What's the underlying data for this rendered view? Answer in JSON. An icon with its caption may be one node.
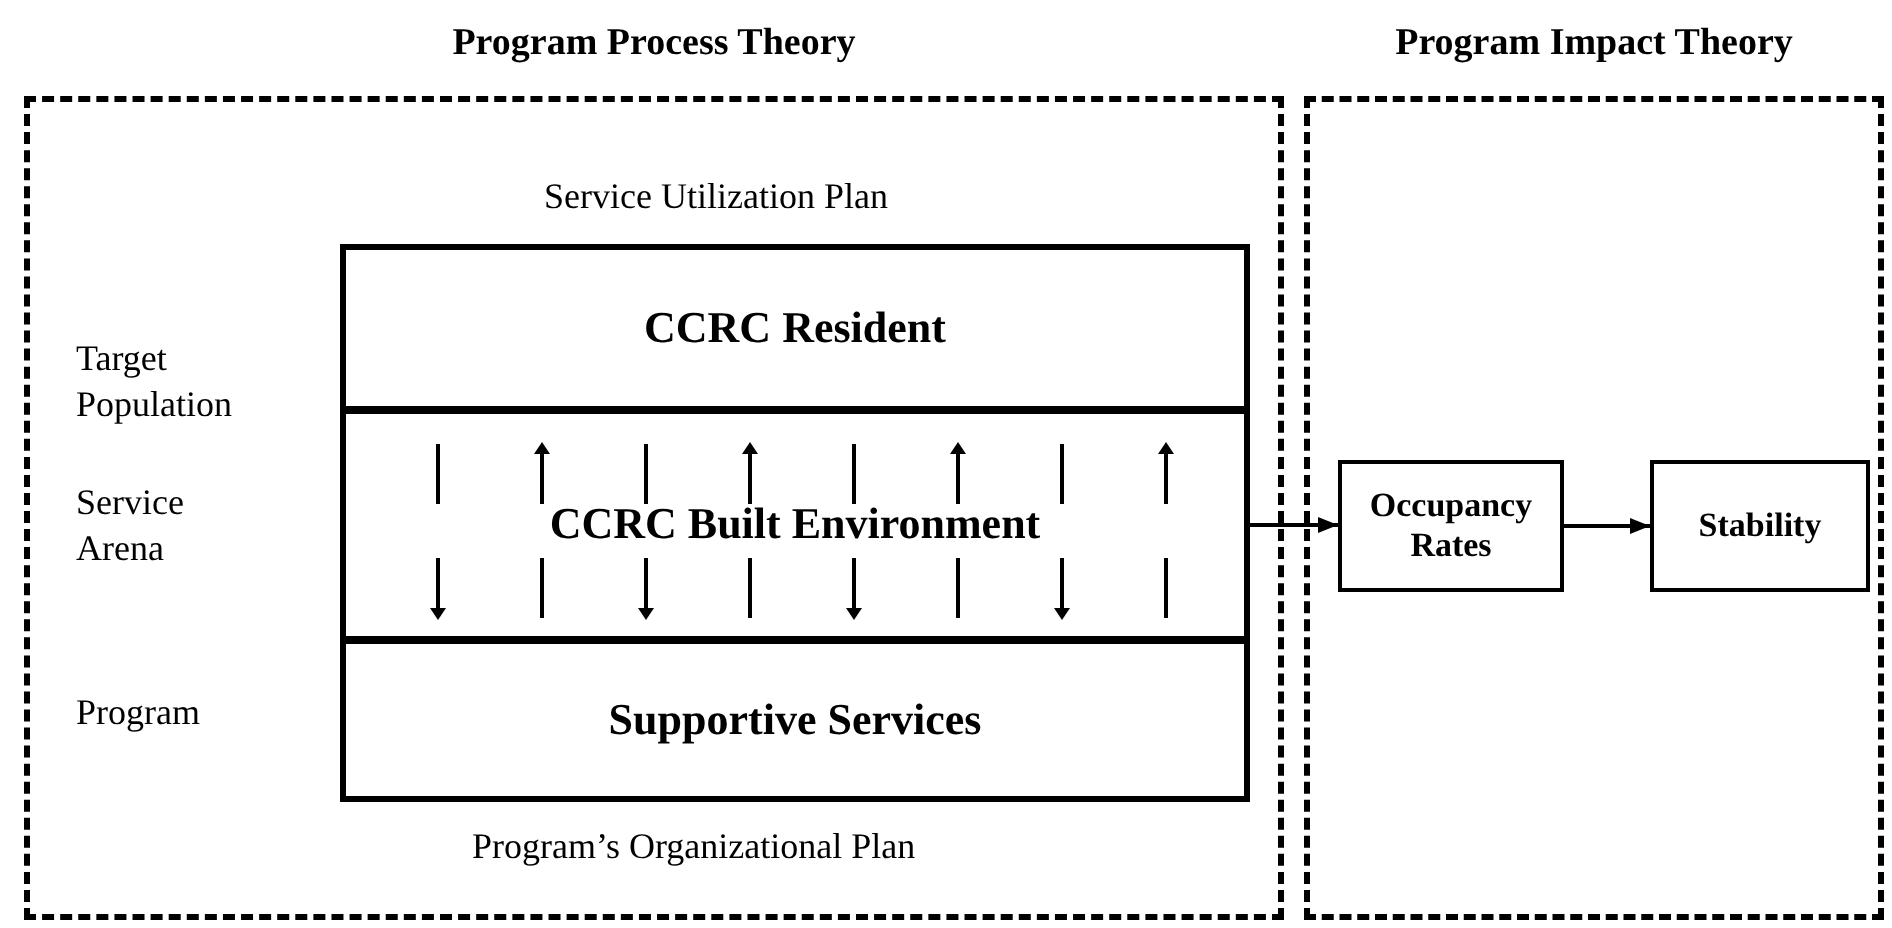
{
  "diagram": {
    "nodes": [
      {
        "text": [
          "Program Process Theory"
        ]
      },
      {
        "text": [
          "Program Impact Theory"
        ]
      },
      {
        "text": [
          "CCRC Resident"
        ],
        "in": 0
      },
      {
        "text": [
          "CCRC Built Environment"
        ],
        "in": 0
      },
      {
        "text": [
          "Supportive Services"
        ],
        "in": 0
      },
      {
        "text": [
          "Occupancy Rates"
        ],
        "in": 1
      },
      {
        "text": [
          "Stability"
        ],
        "in": 1
      }
    ],
    "edges": [
      {
        "from": 3,
        "to": 5,
        "arrow": "to"
      },
      {
        "from": 5,
        "to": 6,
        "arrow": "to"
      }
    ],
    "labels": [
      "Service Utilization Plan",
      "Target Population",
      "Service Arena",
      "Program",
      "Program’s Organizational Plan"
    ]
  }
}
